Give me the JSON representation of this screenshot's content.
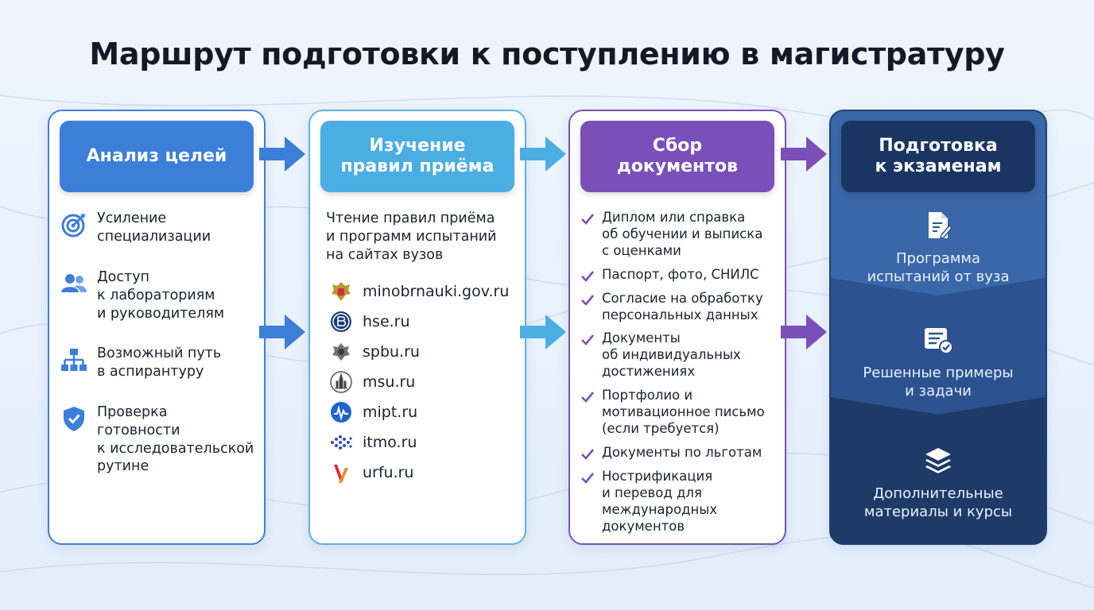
{
  "title": "Маршрут подготовки к поступлению в магистратуру",
  "colors": {
    "blue": "#3d7ed9",
    "light_blue": "#4aaee3",
    "purple": "#7a4fb8",
    "navy": "#1a3562"
  },
  "columns": [
    {
      "heading": "Анализ целей",
      "items": [
        {
          "icon": "target-icon",
          "text": "Усиление\nспециализации"
        },
        {
          "icon": "people-icon",
          "text": "Доступ\nк лабораториям\nи руководителям"
        },
        {
          "icon": "hierarchy-icon",
          "text": "Возможный путь\nв аспирантуру"
        },
        {
          "icon": "shield-check-icon",
          "text": "Проверка\nготовности\nк исследовательской\nрутине"
        }
      ]
    },
    {
      "heading": "Изучение\nправил приёма",
      "intro": "Чтение правил приёма\nи программ испытаний\nна сайтах вузов",
      "sites": [
        {
          "icon": "minobrnauki-emblem-icon",
          "text": "minobrnauki.gov.ru"
        },
        {
          "icon": "hse-logo-icon",
          "text": "hse.ru"
        },
        {
          "icon": "spbu-emblem-icon",
          "text": "spbu.ru"
        },
        {
          "icon": "msu-logo-icon",
          "text": "msu.ru"
        },
        {
          "icon": "mipt-logo-icon",
          "text": "mipt.ru"
        },
        {
          "icon": "itmo-logo-icon",
          "text": "itmo.ru"
        },
        {
          "icon": "urfu-logo-icon",
          "text": "urfu.ru"
        }
      ]
    },
    {
      "heading": "Сбор\nдокументов",
      "items": [
        "Диплом или справка\nоб обучении и выписка\nс оценками",
        "Паспорт, фото, СНИЛС",
        "Согласие на обработку\nперсональных данных",
        "Документы\nоб индивидуальных\nдостижениях",
        "Портфолио и\nмотивационное письмо\n(если требуется)",
        "Документы по льготам",
        "Нострификация\nи перевод для\nмеждународных\nдокументов"
      ]
    },
    {
      "heading": "Подготовка\nк экзаменам",
      "items": [
        {
          "icon": "document-edit-icon",
          "text": "Программа\nиспытаний от вуза"
        },
        {
          "icon": "checklist-icon",
          "text": "Решенные примеры\nи задачи"
        },
        {
          "icon": "layers-icon",
          "text": "Дополнительные\nматериалы и курсы"
        }
      ]
    }
  ]
}
